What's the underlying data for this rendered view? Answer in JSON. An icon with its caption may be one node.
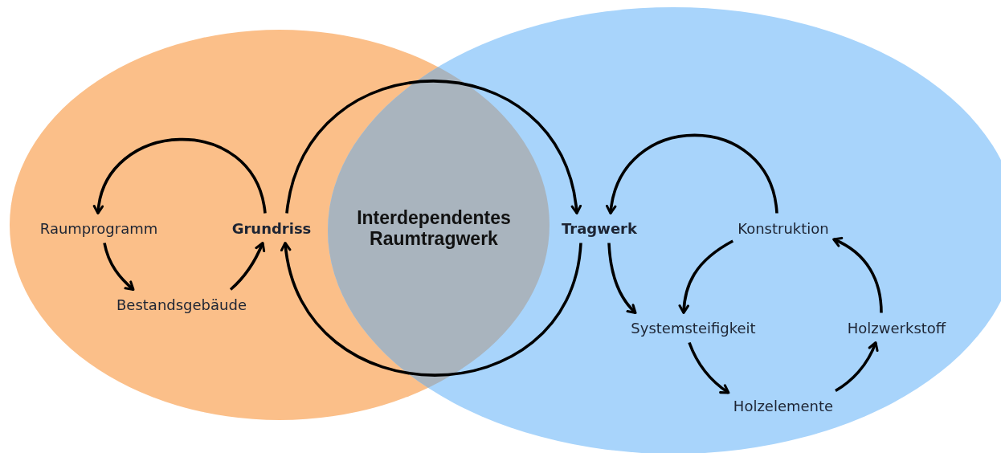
{
  "diagram": {
    "nodes": [
      {
        "text": [
          "Raumprogramm"
        ]
      },
      {
        "text": [
          "Grundriss"
        ]
      },
      {
        "text": [
          "Bestandsgebäude"
        ]
      },
      {
        "text": [
          "Interdependentes Raumtragwerk"
        ]
      },
      {
        "text": [
          "Tragwerk"
        ]
      },
      {
        "text": [
          "Konstruktion"
        ]
      },
      {
        "text": [
          "Systemsteifigkeit"
        ]
      },
      {
        "text": [
          "Holzwerkstoff"
        ]
      },
      {
        "text": [
          "Holzelemente"
        ]
      }
    ],
    "edges": [
      {
        "from": 1,
        "to": 0,
        "arrow": "to"
      },
      {
        "from": 0,
        "to": 2,
        "arrow": "to"
      },
      {
        "from": 2,
        "to": 1,
        "arrow": "to"
      },
      {
        "from": 1,
        "to": 4,
        "arrow": "to"
      },
      {
        "from": 4,
        "to": 1,
        "arrow": "to"
      },
      {
        "from": 5,
        "to": 4,
        "arrow": "to"
      },
      {
        "from": 4,
        "to": 6,
        "arrow": "to"
      },
      {
        "from": 5,
        "to": 6,
        "arrow": "to"
      },
      {
        "from": 6,
        "to": 8,
        "arrow": "to"
      },
      {
        "from": 8,
        "to": 7,
        "arrow": "to"
      },
      {
        "from": 7,
        "to": 5,
        "arrow": "to"
      }
    ]
  }
}
